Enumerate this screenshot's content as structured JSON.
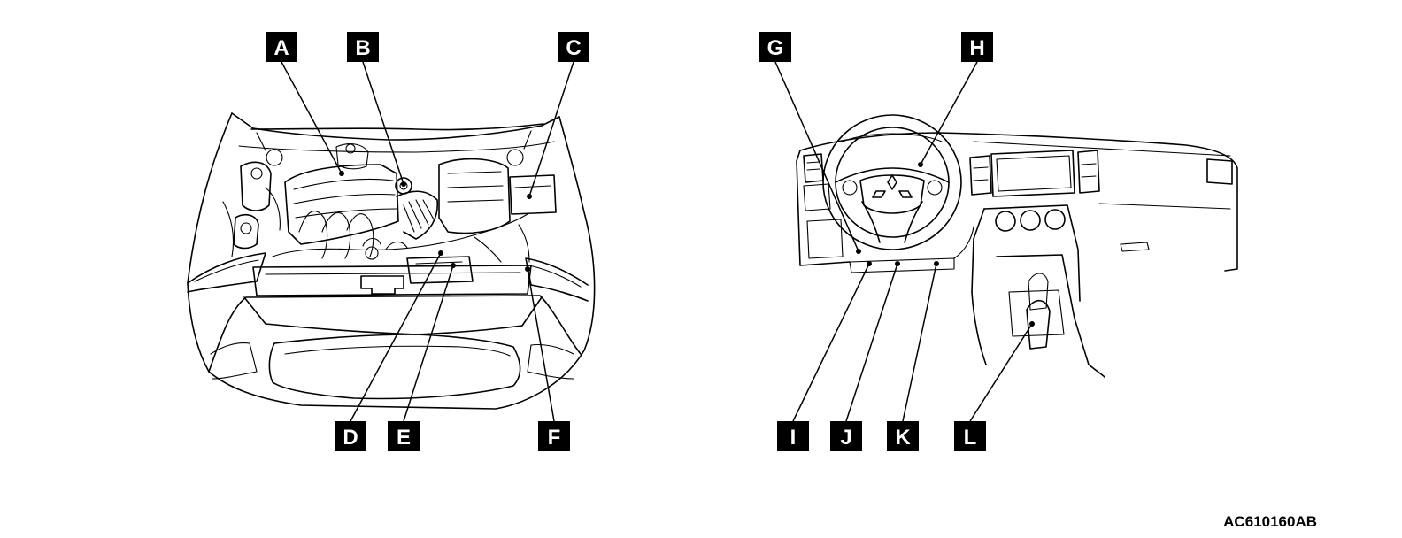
{
  "figure_id": "AC610160AB",
  "callouts": {
    "A": "A",
    "B": "B",
    "C": "C",
    "D": "D",
    "E": "E",
    "F": "F",
    "G": "G",
    "H": "H",
    "I": "I",
    "J": "J",
    "K": "K",
    "L": "L"
  }
}
